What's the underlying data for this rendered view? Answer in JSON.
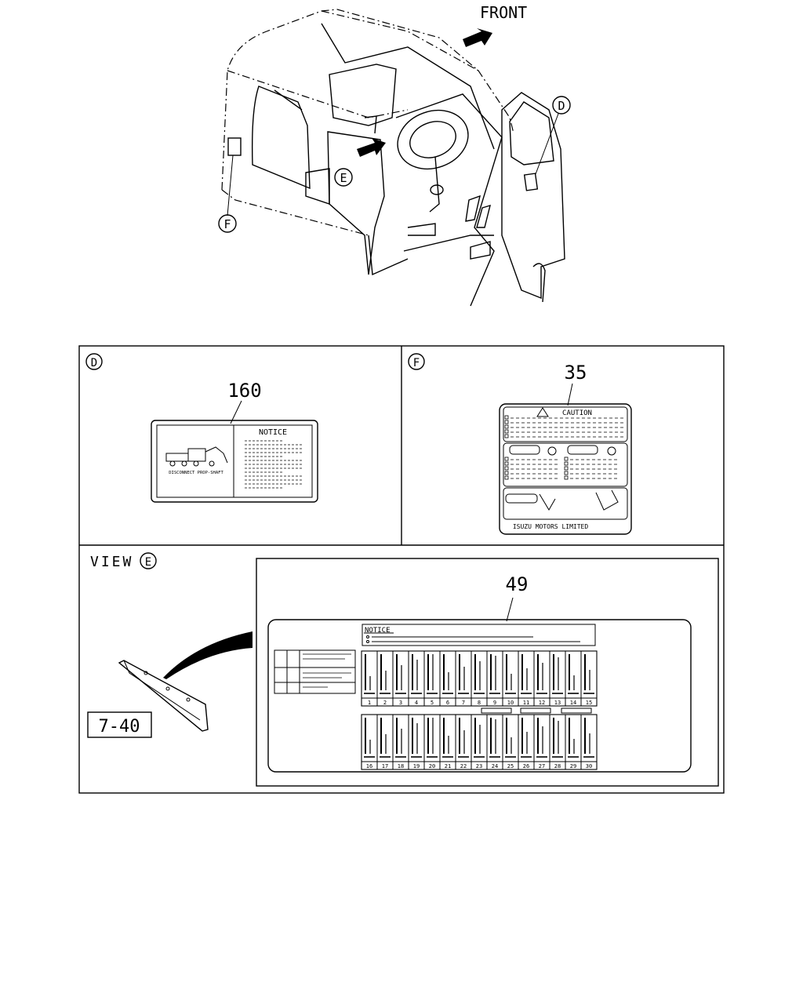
{
  "overview": {
    "front_label": "FRONT",
    "callout_d": "D",
    "callout_e": "E",
    "callout_f": "F"
  },
  "panel_d": {
    "callout": "D",
    "part_number": "160",
    "label_heading": "NOTICE",
    "label_caption": "DISCONNECT PROP-SHAFT"
  },
  "panel_f": {
    "callout": "F",
    "part_number": "35",
    "label_heading": "CAUTION",
    "label_footer": "ISUZU MOTORS LIMITED"
  },
  "panel_e": {
    "view_text": "VIEW",
    "callout": "E",
    "part_number": "49",
    "label_heading": "NOTICE",
    "reference": "7-40",
    "fuse_numbers_top": [
      "1",
      "2",
      "3",
      "4",
      "5",
      "6",
      "7",
      "8",
      "9",
      "10",
      "11",
      "12",
      "13",
      "14",
      "15"
    ],
    "fuse_numbers_bottom": [
      "16",
      "17",
      "18",
      "19",
      "20",
      "21",
      "22",
      "23",
      "24",
      "25",
      "26",
      "27",
      "28",
      "29",
      "30"
    ]
  }
}
